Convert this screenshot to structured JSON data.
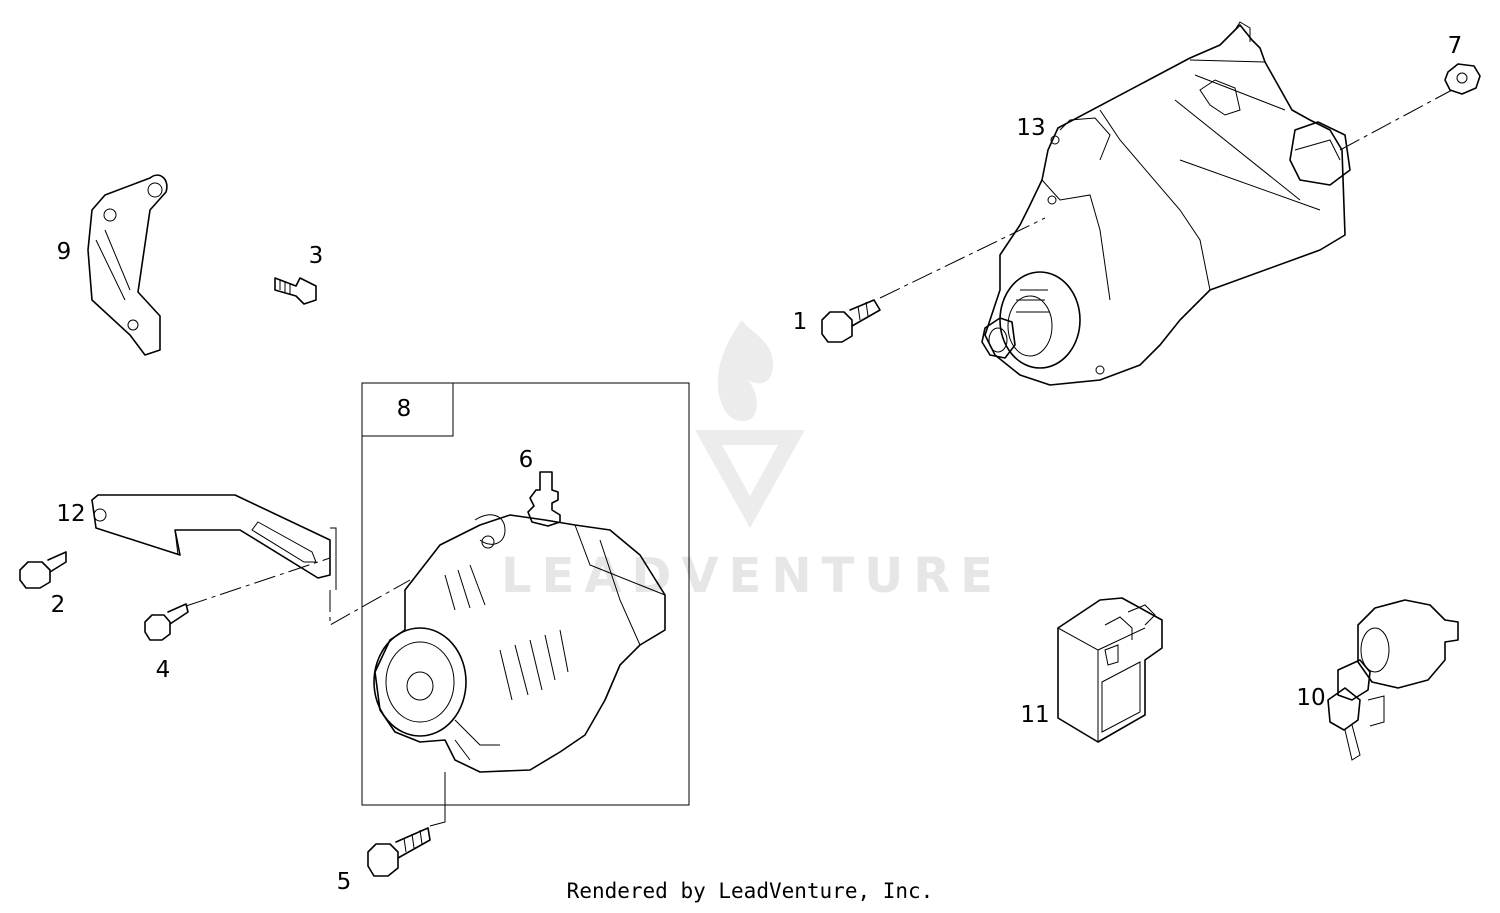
{
  "callouts": [
    {
      "id": "c1",
      "text": "1"
    },
    {
      "id": "c2",
      "text": "2"
    },
    {
      "id": "c3",
      "text": "3"
    },
    {
      "id": "c4",
      "text": "4"
    },
    {
      "id": "c5",
      "text": "5"
    },
    {
      "id": "c6",
      "text": "6"
    },
    {
      "id": "c7",
      "text": "7"
    },
    {
      "id": "c8",
      "text": "8"
    },
    {
      "id": "c9",
      "text": "9"
    },
    {
      "id": "c10",
      "text": "10"
    },
    {
      "id": "c11",
      "text": "11"
    },
    {
      "id": "c12",
      "text": "12"
    },
    {
      "id": "c13",
      "text": "13"
    }
  ],
  "watermark": {
    "text": "LEADVENTURE"
  },
  "footer": {
    "text": "Rendered by LeadVenture, Inc."
  }
}
